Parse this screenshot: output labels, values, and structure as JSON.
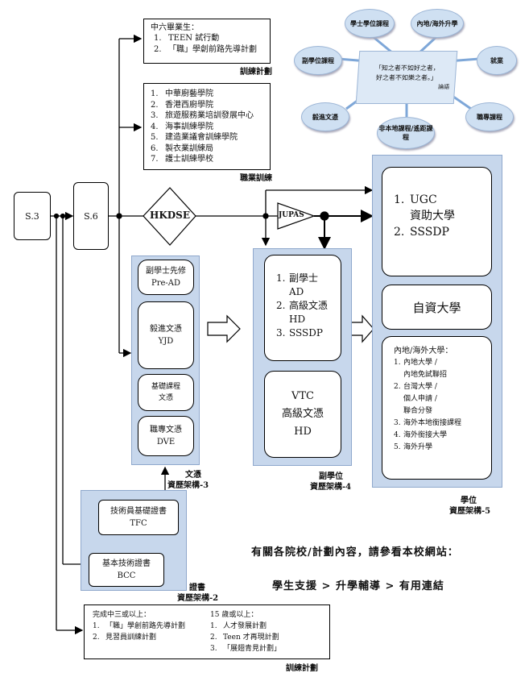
{
  "s3": "S.3",
  "s6": "S.6",
  "hkdse": "HKDSE",
  "jupas": "JUPAS",
  "top_box": {
    "heading": "中六畢業生：",
    "items": [
      "TEEN 試行動",
      "「職」學創前路先導計劃"
    ],
    "nums": [
      "1.",
      "2."
    ],
    "label": "訓練計劃"
  },
  "vocational_box": {
    "items": [
      "中華廚藝學院",
      "香港西廚學院",
      "旅遊服務業培訓發展中心",
      "海事訓練學院",
      "建造業議會訓練學院",
      "製衣業訓練局",
      "護士訓練學校"
    ],
    "nums": [
      "1.",
      "2.",
      "3.",
      "4.",
      "5.",
      "6.",
      "7."
    ],
    "label": "職業訓練"
  },
  "framework3": {
    "items": [
      {
        "l1": "副學士先修",
        "l2": "Pre-AD"
      },
      {
        "l1": "毅進文憑",
        "l2": "YJD"
      },
      {
        "l1": "基礎課程",
        "l2": "文憑"
      },
      {
        "l1": "職專文憑",
        "l2": "DVE"
      }
    ],
    "label1": "文憑",
    "label2": "資歷架構-3"
  },
  "framework2": {
    "tfc1": "技術員基礎證書",
    "tfc2": "TFC",
    "bcc1": "基本技術證書",
    "bcc2": "BCC",
    "label1": "證書",
    "label2": "資歷架構-2"
  },
  "framework4": {
    "box1": [
      {
        "n": "1.",
        "t": "副學士"
      },
      {
        "n": "",
        "t": "AD"
      },
      {
        "n": "2.",
        "t": "高級文憑"
      },
      {
        "n": "",
        "t": "HD"
      },
      {
        "n": "3.",
        "t": "SSSDP"
      }
    ],
    "box2": [
      "VTC",
      "高級文憑",
      "HD"
    ],
    "label1": "副學位",
    "label2": "資歷架構-4"
  },
  "framework5": {
    "box1": [
      {
        "n": "1.",
        "t": "UGC"
      },
      {
        "n": "",
        "t": "資助大學"
      },
      {
        "n": "2.",
        "t": "SSSDP"
      }
    ],
    "box2": "自資大學",
    "box3_title": "內地/海外大學：",
    "box3_items": [
      {
        "n": "1.",
        "t": "內地大學 /"
      },
      {
        "n": "",
        "t": "內地免試聯招"
      },
      {
        "n": "2.",
        "t": "台灣大學 /"
      },
      {
        "n": "",
        "t": "個人申請 /"
      },
      {
        "n": "",
        "t": "聯合分發"
      },
      {
        "n": "3.",
        "t": "海外本地銜接課程"
      },
      {
        "n": "4.",
        "t": "海外銜接大學"
      },
      {
        "n": "5.",
        "t": "海外升學"
      }
    ],
    "label1": "學位",
    "label2": "資歷架構-5"
  },
  "bottom_box": {
    "left_heading": "完成中三或以上：",
    "left_items": [
      {
        "n": "1.",
        "t": "「職」學創前路先導計劃"
      },
      {
        "n": "2.",
        "t": "見習員訓練計劃"
      }
    ],
    "right_heading": "15 歲或以上：",
    "right_items": [
      {
        "n": "1.",
        "t": "人才發展計劃"
      },
      {
        "n": "2.",
        "t": "Teen 才再現計劃"
      },
      {
        "n": "3.",
        "t": "「展翅青見計劃」"
      }
    ],
    "label": "訓練計劃"
  },
  "website_note": "有關各院校/計劃內容，請參看本校網站：",
  "website_path": "學生支援 > 升學輔導 > 有用連結",
  "mindmap": {
    "center1": "「知之者不如好之者，",
    "center2": "好之者不如樂之者。」",
    "source": "論語",
    "bubbles": [
      "學士學位課程",
      "內地/海外升學",
      "副學位課程",
      "就業",
      "毅進文憑",
      "非本地課程/遙距課程",
      "職專課程"
    ]
  }
}
